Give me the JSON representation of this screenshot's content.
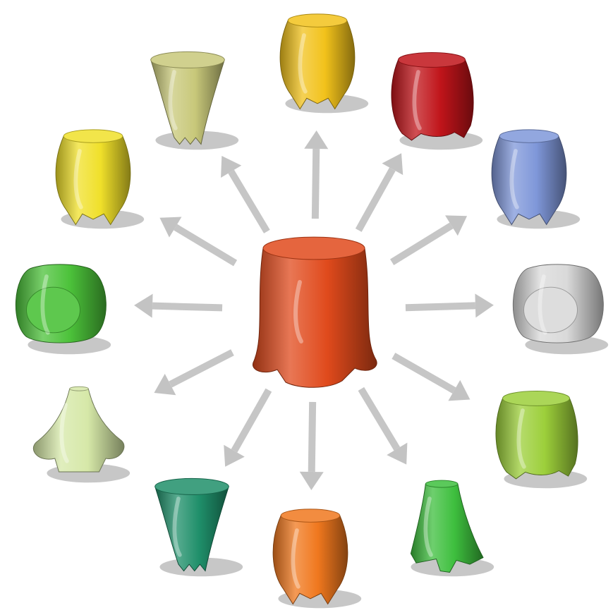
{
  "diagram": {
    "center": {
      "name": "base-stool",
      "color": "#e04a1c",
      "shape": "stump"
    },
    "variants": [
      {
        "name": "variant-yellow-top",
        "color": "#f2c21b",
        "shape": "bulb"
      },
      {
        "name": "variant-red",
        "color": "#c0141a",
        "shape": "bulky"
      },
      {
        "name": "variant-blue",
        "color": "#7f97d9",
        "shape": "bulb"
      },
      {
        "name": "variant-white",
        "color": "#d9d9d9",
        "shape": "lobed"
      },
      {
        "name": "variant-lime",
        "color": "#9ccf3a",
        "shape": "bulky"
      },
      {
        "name": "variant-green-cone",
        "color": "#3ebf3e",
        "shape": "cone"
      },
      {
        "name": "variant-orange",
        "color": "#f0781e",
        "shape": "bulb"
      },
      {
        "name": "variant-teal",
        "color": "#1f8f6a",
        "shape": "funnel"
      },
      {
        "name": "variant-pale-green",
        "color": "#d6e8a8",
        "shape": "spread"
      },
      {
        "name": "variant-green",
        "color": "#4cc23a",
        "shape": "lobed"
      },
      {
        "name": "variant-yellow",
        "color": "#f0e02a",
        "shape": "bulb"
      },
      {
        "name": "variant-olive",
        "color": "#c8c87a",
        "shape": "funnel"
      }
    ],
    "arrow_color": "#bdbdbd"
  }
}
